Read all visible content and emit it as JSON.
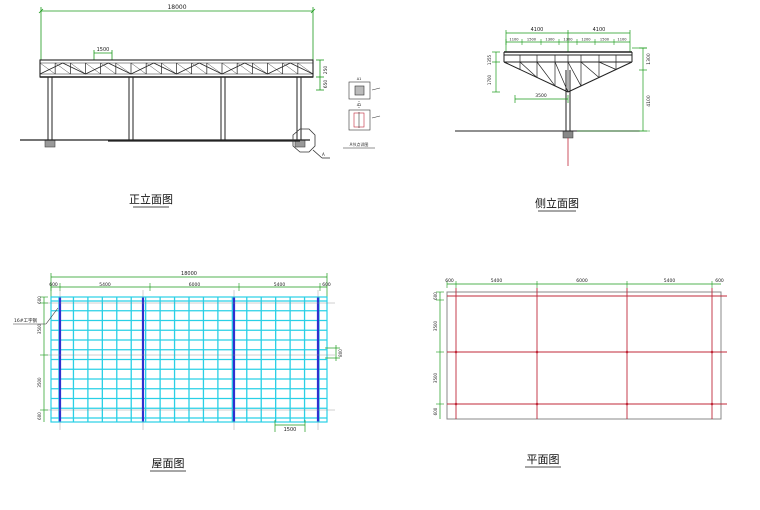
{
  "colors": {
    "dim": "#1a9a1a",
    "steel": "#222222",
    "cyan": "#29d0e6",
    "blue": "#1a1adf",
    "purple": "#6a2fb0",
    "red": "#c0283a",
    "gray": "#888888"
  },
  "front_elevation": {
    "title": "正立面图",
    "overall_dim": "18000",
    "panel_dim": "1500",
    "right_dims": [
      "250",
      "650"
    ],
    "detail_tag": "A",
    "detail_plan_tag": "A1",
    "detail_section_tag": "A1",
    "detail_caption": "A节点详图"
  },
  "side_elevation": {
    "title": "侧立面图",
    "top_dims": [
      "4100",
      "4100"
    ],
    "sub_dims": [
      "1100",
      "1500",
      "1300",
      "1300",
      "1200",
      "1500",
      "1100"
    ],
    "left_dims": [
      "1355",
      "1700"
    ],
    "right_dim_top": "1300",
    "right_dim_height": "4100",
    "bottom_dim": "3500"
  },
  "roof_plan": {
    "title": "屋面图",
    "overall_dim": "18000",
    "bay_dims": [
      "600",
      "5400",
      "6000",
      "5400",
      "600"
    ],
    "left_dims": [
      "600",
      "3500",
      "3500",
      "600"
    ],
    "right_dim": "800",
    "purlin_dim": "1500",
    "member_label": "16#工字钢"
  },
  "floor_plan": {
    "title": "平面图",
    "bay_dims": [
      "600",
      "5400",
      "6000",
      "5400",
      "600"
    ],
    "left_dims": [
      "600",
      "3500",
      "3500",
      "600"
    ]
  }
}
